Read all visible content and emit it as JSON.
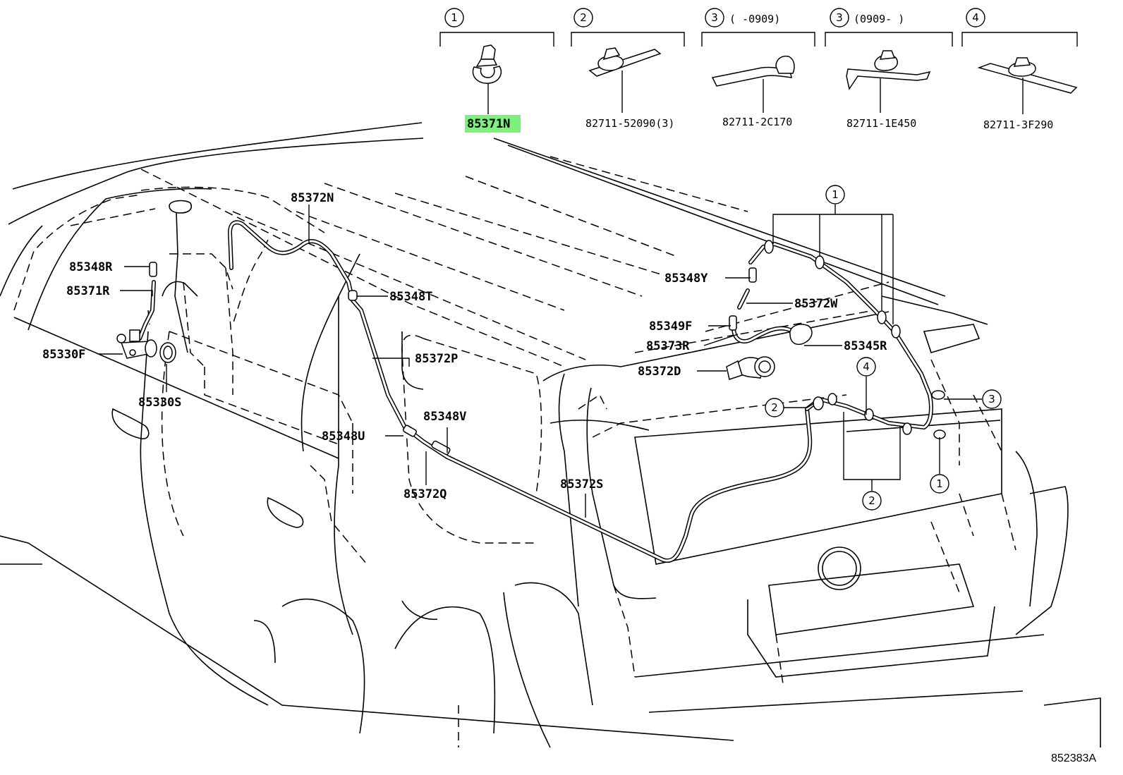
{
  "legend": {
    "items": [
      {
        "num": "1",
        "note": "",
        "part": "85371N"
      },
      {
        "num": "2",
        "note": "",
        "part": "82711-52090(3)"
      },
      {
        "num": "3",
        "note": "(      -0909)",
        "part": "82711-2C170"
      },
      {
        "num": "3",
        "note": "(0909-      )",
        "part": "82711-1E450"
      },
      {
        "num": "4",
        "note": "",
        "part": "82711-3F290"
      }
    ],
    "highlight_color": "#7CF27C"
  },
  "labels": {
    "p85372N": "85372N",
    "p85348R": "85348R",
    "p85371R": "85371R",
    "p85330F": "85330F",
    "p85330S": "85330S",
    "p85348T": "85348T",
    "p85372P": "85372P",
    "p85348U": "85348U",
    "p85348V": "85348V",
    "p85372Q": "85372Q",
    "p85372S": "85372S",
    "p85348Y": "85348Y",
    "p85372W": "85372W",
    "p85349F": "85349F",
    "p85373R": "85373R",
    "p85345R": "85345R",
    "p85372D": "85372D"
  },
  "callouts": {
    "c1_top": "1",
    "c2_left": "2",
    "c4": "4",
    "c3_right": "3",
    "c1_bottom": "1",
    "c2_bottom": "2"
  },
  "diagram_ref": "852383A"
}
